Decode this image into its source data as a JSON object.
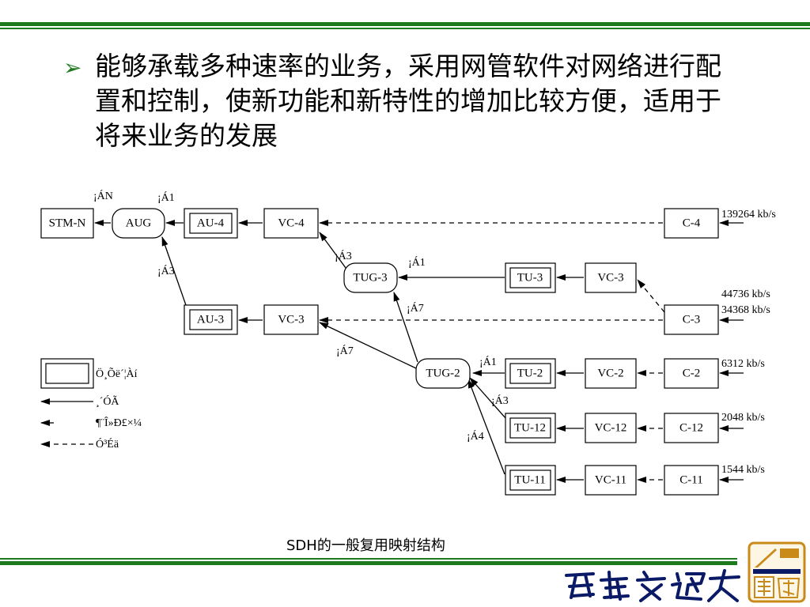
{
  "slide": {
    "bullet_text": "能够承载多种速率的业务，采用网管软件对网络进行配置和控制，使新功能和新特性的增加比较方便，适用于将来业务的发展",
    "caption": "SDH的一般复用映射结构"
  },
  "diagram": {
    "boxes": {
      "stm": "STM-N",
      "aug": "AUG",
      "au4": "AU-4",
      "vc4": "VC-4",
      "c4": "C-4",
      "tug3": "TUG-3",
      "tu3": "TU-3",
      "vc3_top": "VC-3",
      "au3": "AU-3",
      "vc3_left": "VC-3",
      "c3": "C-3",
      "tug2": "TUG-2",
      "tu2": "TU-2",
      "vc2": "VC-2",
      "c2": "C-2",
      "tu12": "TU-12",
      "vc12": "VC-12",
      "c12": "C-12",
      "tu11": "TU-11",
      "vc11": "VC-11",
      "c11": "C-11"
    },
    "multipliers": {
      "stm_aug": "¡ÁN",
      "aug_au4": "¡Á1",
      "aug_au3": "¡Á3",
      "vc4_tug3": "¡Á3",
      "tug3_tu3": "¡Á1",
      "tug3_tug2": "¡Á7",
      "vc3_tug2": "¡Á7",
      "tug2_tu2": "¡Á1",
      "tug2_tu12": "¡Á3",
      "tug2_tu11": "¡Á4"
    },
    "rates": {
      "c4": "139264 kb/s",
      "c3_a": "44736 kb/s",
      "c3_b": "34368 kb/s",
      "c2": "6312 kb/s",
      "c12": "2048 kb/s",
      "c11": "1544 kb/s"
    },
    "legend": {
      "pointer_box": "Ö¸Õë´¦Àí",
      "multiplex": "¸´ÓÃ",
      "align": "¶¨Î»Ð£×¼",
      "mapping": "Ó³Éä"
    }
  },
  "colors": {
    "accent_green": "#1e7a1e",
    "logo_blue": "#0a1a66",
    "emblem_gold": "#c98a1a"
  }
}
